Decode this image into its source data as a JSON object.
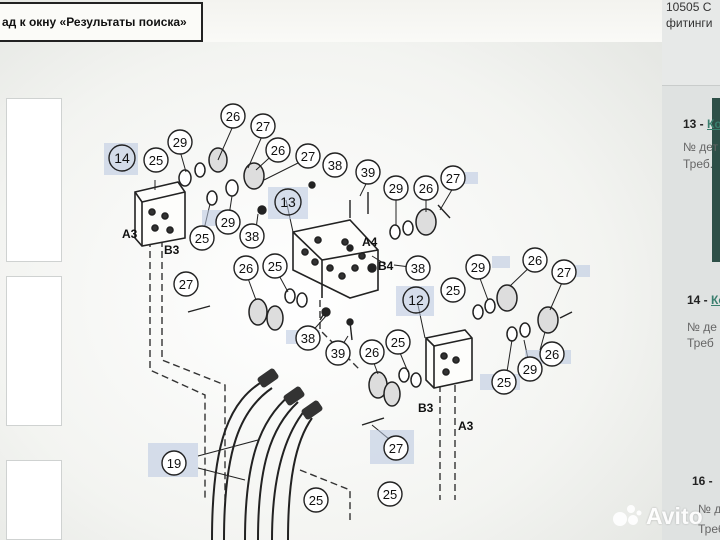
{
  "window": {
    "back_link": "ад к окну «Результаты поиска»"
  },
  "sidebar": {
    "header_lines": [
      "10505 С",
      "фитинги"
    ],
    "cards": [
      {
        "title_prefix": "13 - ",
        "title_link": "Ко",
        "lines": [
          "№ дет",
          "Треб."
        ]
      },
      {
        "title_prefix": "14 - ",
        "title_link": "Ко",
        "lines": [
          "№ де",
          "Треб"
        ]
      },
      {
        "title_prefix": "16 - ",
        "title_link": "",
        "lines": [
          "№ д",
          "Треб"
        ]
      }
    ]
  },
  "watermark": {
    "text": "Avito",
    "icon": "avito-logo-icon"
  },
  "diagram": {
    "circle_labels": [
      {
        "id": "c26a",
        "text": "26"
      },
      {
        "id": "c27a",
        "text": "27"
      },
      {
        "id": "c29a",
        "text": "29"
      },
      {
        "id": "c25a",
        "text": "25"
      },
      {
        "id": "c26b",
        "text": "26"
      },
      {
        "id": "c27b",
        "text": "27"
      },
      {
        "id": "c38a",
        "text": "38"
      },
      {
        "id": "c39a",
        "text": "39"
      },
      {
        "id": "c29b",
        "text": "29"
      },
      {
        "id": "c26c",
        "text": "26"
      },
      {
        "id": "c27c",
        "text": "27"
      },
      {
        "id": "c25b",
        "text": "25"
      },
      {
        "id": "c29c",
        "text": "29"
      },
      {
        "id": "c38b",
        "text": "38"
      },
      {
        "id": "c27d",
        "text": "27"
      },
      {
        "id": "c26d",
        "text": "26"
      },
      {
        "id": "c25c",
        "text": "25"
      },
      {
        "id": "c38c",
        "text": "38"
      },
      {
        "id": "c29d",
        "text": "29"
      },
      {
        "id": "c26e",
        "text": "26"
      },
      {
        "id": "c27e",
        "text": "27"
      },
      {
        "id": "c25d",
        "text": "25"
      },
      {
        "id": "c38d",
        "text": "38"
      },
      {
        "id": "c39b",
        "text": "39"
      },
      {
        "id": "c26f",
        "text": "26"
      },
      {
        "id": "c25e",
        "text": "25"
      },
      {
        "id": "c29e",
        "text": "29"
      },
      {
        "id": "c26g",
        "text": "26"
      },
      {
        "id": "c25f",
        "text": "25"
      },
      {
        "id": "c27f",
        "text": "27"
      },
      {
        "id": "c19",
        "text": "19"
      },
      {
        "id": "c25g",
        "text": "25"
      },
      {
        "id": "c25h",
        "text": "25"
      }
    ],
    "block_labels": [
      {
        "id": "b14",
        "text": "14"
      },
      {
        "id": "b13",
        "text": "13"
      },
      {
        "id": "b12",
        "text": "12"
      }
    ],
    "port_labels": [
      {
        "id": "pA3a",
        "text": "A3"
      },
      {
        "id": "pB3a",
        "text": "B3"
      },
      {
        "id": "pA4",
        "text": "A4"
      },
      {
        "id": "pB4",
        "text": "B4"
      },
      {
        "id": "pB3b",
        "text": "B3"
      },
      {
        "id": "pA3b",
        "text": "A3"
      }
    ]
  }
}
